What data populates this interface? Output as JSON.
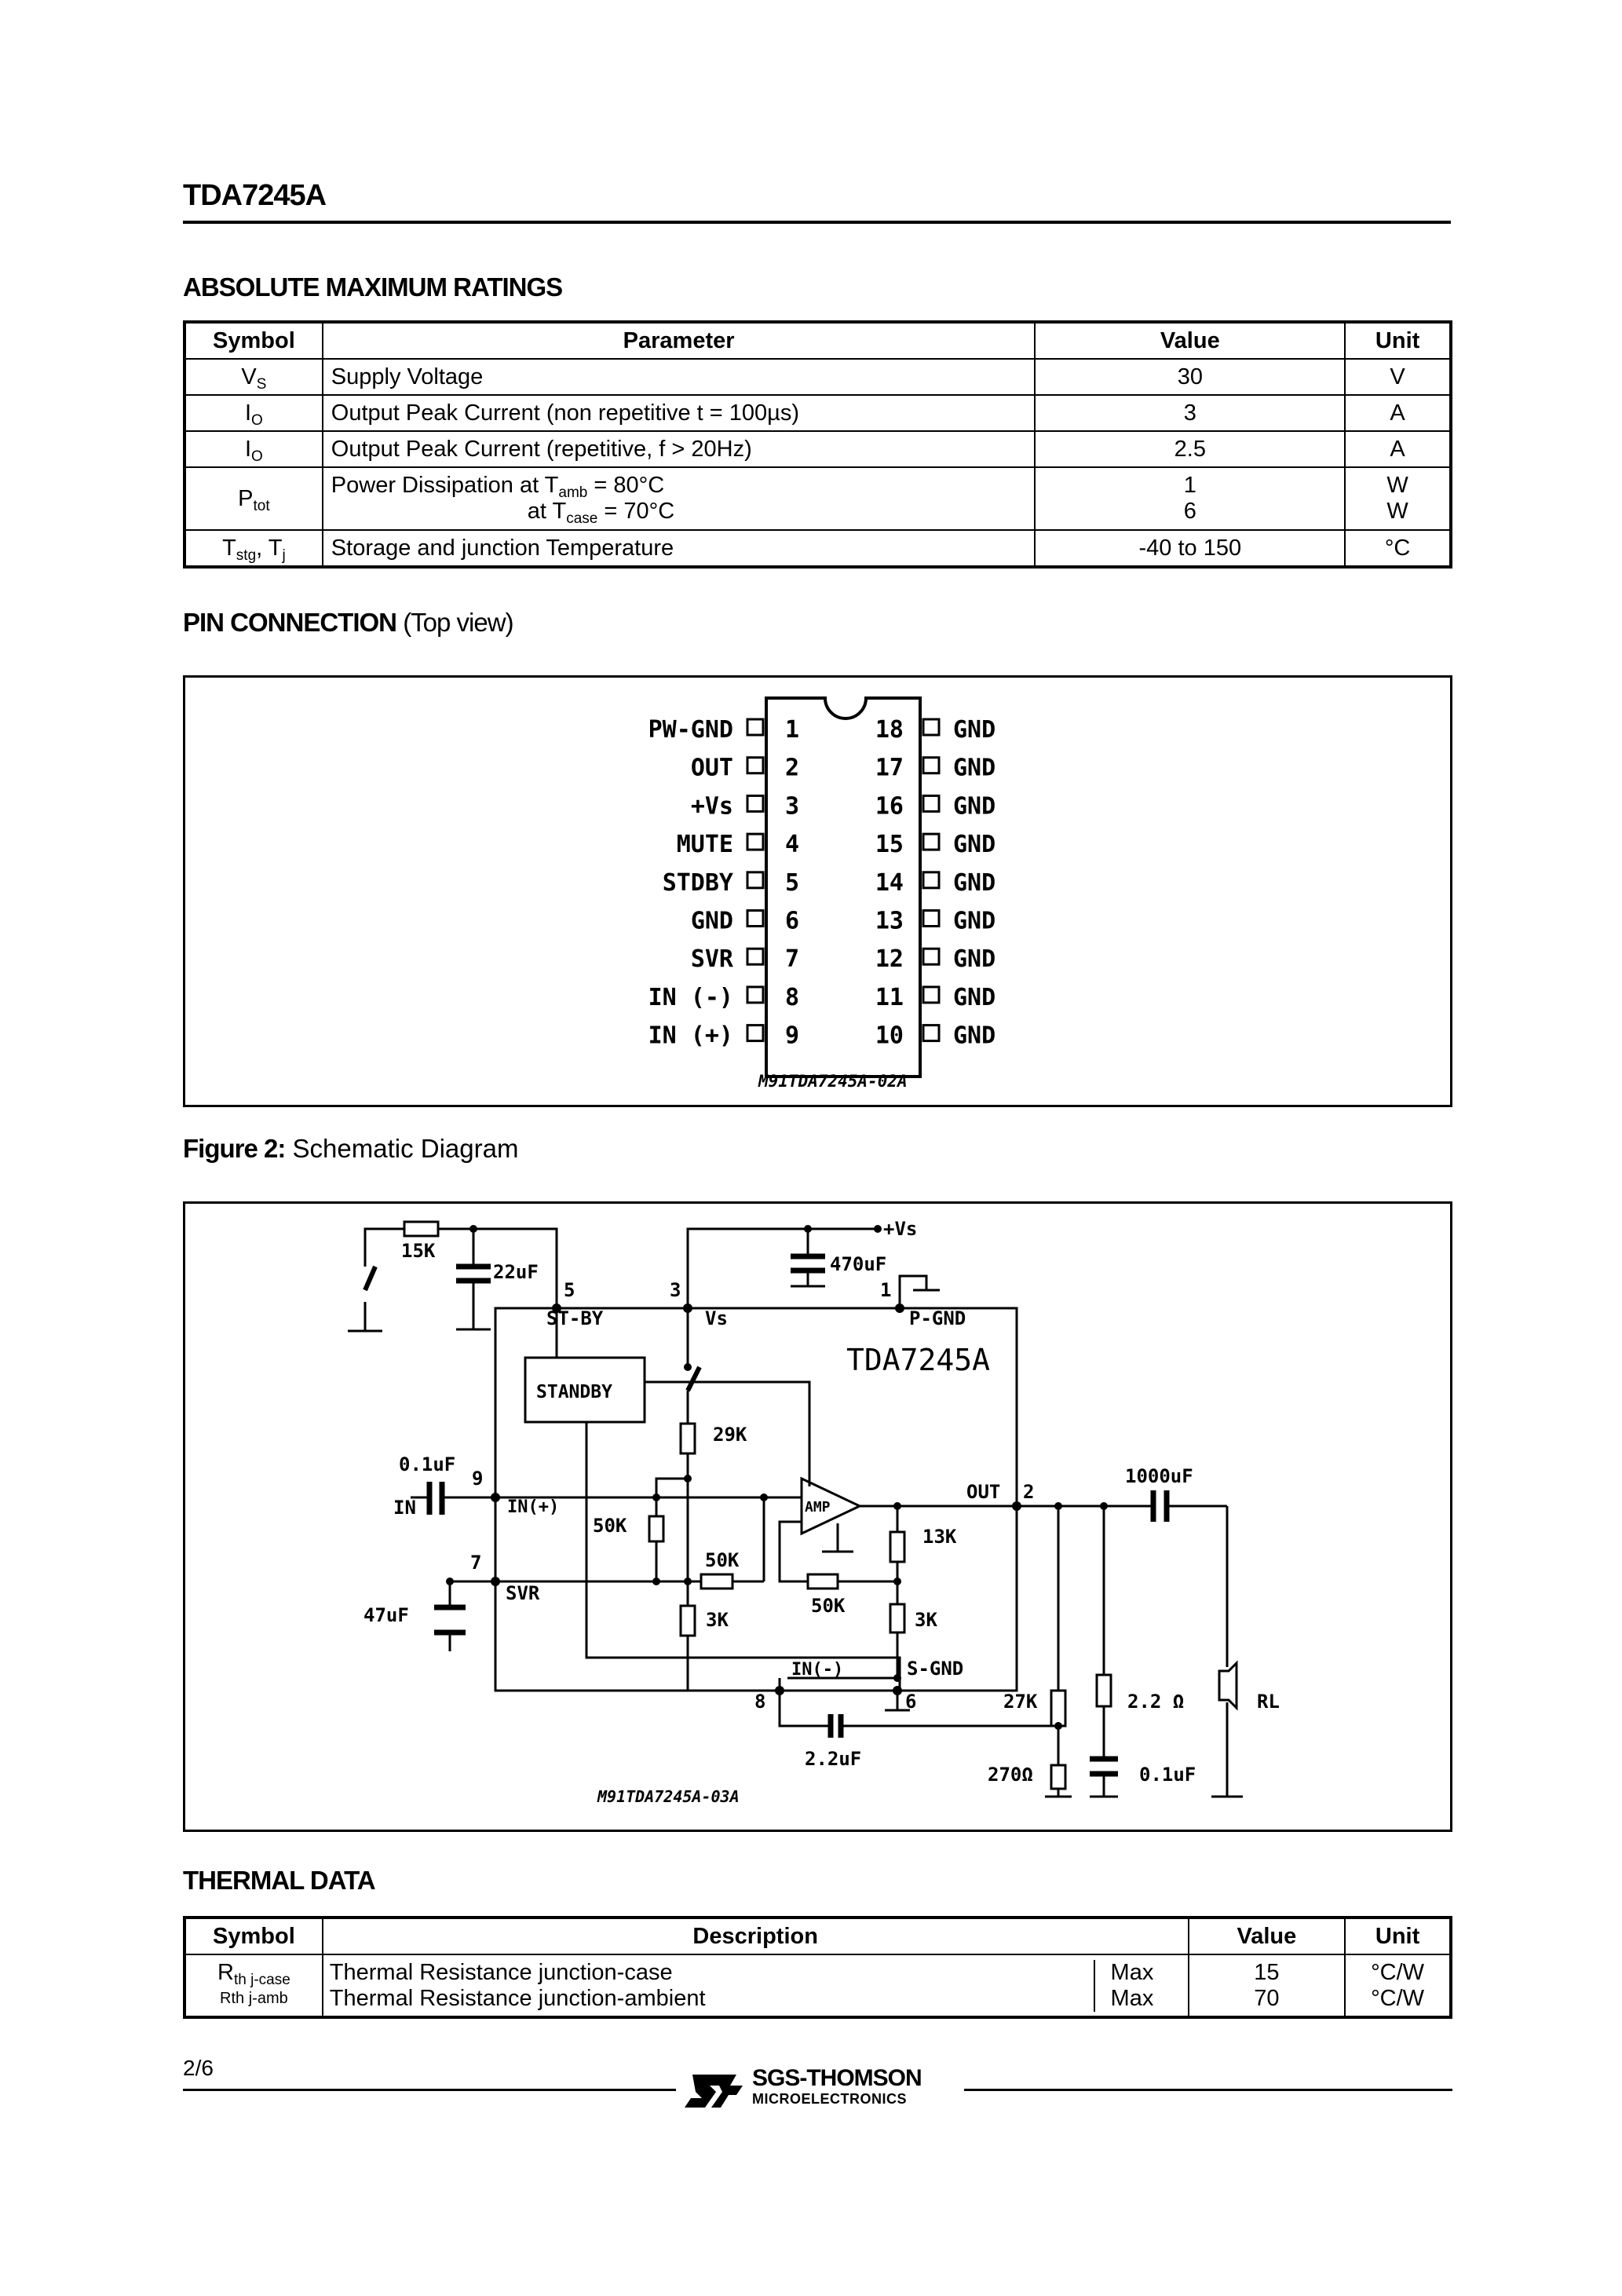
{
  "header": {
    "part": "TDA7245A"
  },
  "ratings": {
    "title": "ABSOLUTE MAXIMUM RATINGS",
    "columns": [
      "Symbol",
      "Parameter",
      "Value",
      "Unit"
    ],
    "rows": [
      {
        "sym": "V",
        "sub": "S",
        "param": "Supply Voltage",
        "value": "30",
        "unit": "V"
      },
      {
        "sym": "I",
        "sub": "O",
        "param": "Output Peak Current (non repetitive t = 100µs)",
        "value": "3",
        "unit": "A"
      },
      {
        "sym": "I",
        "sub": "O",
        "param": "Output Peak Current (repetitive, f > 20Hz)",
        "value": "2.5",
        "unit": "A"
      },
      {
        "sym": "P",
        "sub": "tot",
        "param_a": "Power Dissipation at T",
        "param_a_sub": "amb",
        "param_a_tail": " = 80°C",
        "param_b": "at T",
        "param_b_sub": "case",
        "param_b_tail": " = 70°C",
        "value_a": "1",
        "value_b": "6",
        "unit_a": "W",
        "unit_b": "W"
      },
      {
        "sym": "T",
        "sub": "stg",
        "sym2": ", T",
        "sub2": "j",
        "param": "Storage and junction Temperature",
        "value": "-40 to 150",
        "unit": "°C"
      }
    ]
  },
  "pins": {
    "title": "PIN CONNECTION",
    "subtitle": "(Top view)",
    "left": [
      {
        "num": "1",
        "name": "PW-GND"
      },
      {
        "num": "2",
        "name": "OUT"
      },
      {
        "num": "3",
        "name": "+Vs"
      },
      {
        "num": "4",
        "name": "MUTE"
      },
      {
        "num": "5",
        "name": "STDBY"
      },
      {
        "num": "6",
        "name": "GND"
      },
      {
        "num": "7",
        "name": "SVR"
      },
      {
        "num": "8",
        "name": "IN (-)"
      },
      {
        "num": "9",
        "name": "IN (+)"
      }
    ],
    "right": [
      {
        "num": "18",
        "name": "GND"
      },
      {
        "num": "17",
        "name": "GND"
      },
      {
        "num": "16",
        "name": "GND"
      },
      {
        "num": "15",
        "name": "GND"
      },
      {
        "num": "14",
        "name": "GND"
      },
      {
        "num": "13",
        "name": "GND"
      },
      {
        "num": "12",
        "name": "GND"
      },
      {
        "num": "11",
        "name": "GND"
      },
      {
        "num": "10",
        "name": "GND"
      }
    ],
    "code": "M91TDA7245A-02A"
  },
  "schematic": {
    "caption_bold": "Figure 2:",
    "caption": "Schematic Diagram",
    "chip": "TDA7245A",
    "code": "M91TDA7245A-03A",
    "labels": {
      "r15k": "15K",
      "c22uf": "22uF",
      "pin5": "5",
      "pin3": "3",
      "vs_supply": "+Vs",
      "c470": "470uF",
      "pin1": "1",
      "pgnd": "P-GND",
      "stby": "ST-BY",
      "vs": "Vs",
      "standby": "STANDBY",
      "r29k": "29K",
      "c01uf_in": "0.1uF",
      "pin9": "9",
      "in": "IN",
      "inplus": "IN(+)",
      "r50k_a": "50K",
      "r50k_b": "50K",
      "r50k_c": "50K",
      "amp": "AMP",
      "out": "OUT",
      "pin2": "2",
      "c1000": "1000uF",
      "r13k": "13K",
      "pin7": "7",
      "c47": "47uF",
      "svr": "SVR",
      "r3k_a": "3K",
      "r3k_b": "3K",
      "inminus": "IN(-)",
      "sgnd": "S-GND",
      "pin8": "8",
      "pin6": "6",
      "r27k": "27K",
      "r22": "2.2 Ω",
      "rl": "RL",
      "c22uf_fb": "2.2uF",
      "r270": "270Ω",
      "c01uf_out": "0.1uF"
    }
  },
  "thermal": {
    "title": "THERMAL DATA",
    "columns": [
      "Symbol",
      "Description",
      "Value",
      "Unit"
    ],
    "rows": [
      {
        "sym": "R",
        "sub": "th j-case",
        "desc": "Thermal Resistance junction-case",
        "lim": "Max",
        "value": "15",
        "unit": "°C/W"
      },
      {
        "sym": "Rth j-amb",
        "desc": "Thermal Resistance junction-ambient",
        "lim": "Max",
        "value": "70",
        "unit": "°C/W"
      }
    ]
  },
  "footer": {
    "page": "2/6",
    "brand": "SGS-THOMSON",
    "brand_sub": "MICROELECTRONICS"
  }
}
